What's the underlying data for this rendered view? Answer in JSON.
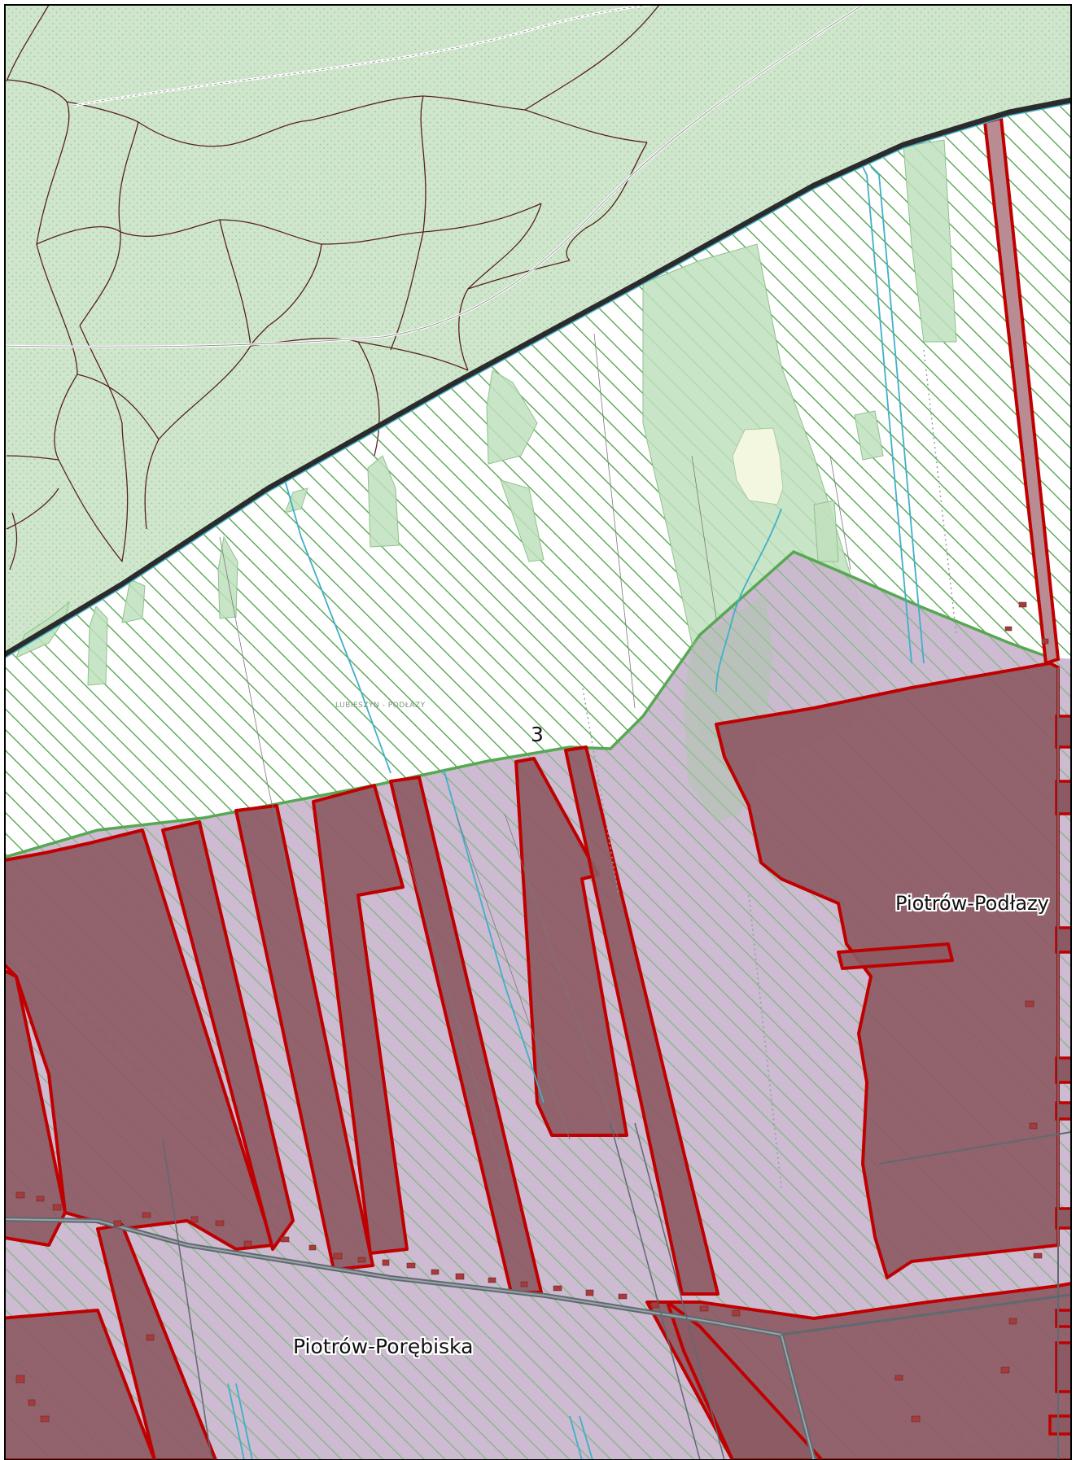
{
  "map": {
    "labels": {
      "village_east": "Piotrów-Podłazy",
      "village_south": "Piotrów-Porębiska",
      "zone_number": "3",
      "road_name": "LUBIESZYN - PODŁAZY"
    },
    "colors": {
      "forest_fill": "#cfe6cd",
      "forest_dots": "#9dc79b",
      "hatch_green": "#4e9f4a",
      "farmland_fill": "#c9b7cf",
      "settlement_fill": "#8d5a64",
      "settlement_border": "#c00000",
      "boundary_green": "#56a852",
      "railway_dark": "#2b2b2b",
      "water_blue": "#3fb0c8",
      "road_gray": "#5f6a70",
      "path_brown": "#5a2020",
      "building": "#a83a3a",
      "frame": "#000000"
    }
  }
}
